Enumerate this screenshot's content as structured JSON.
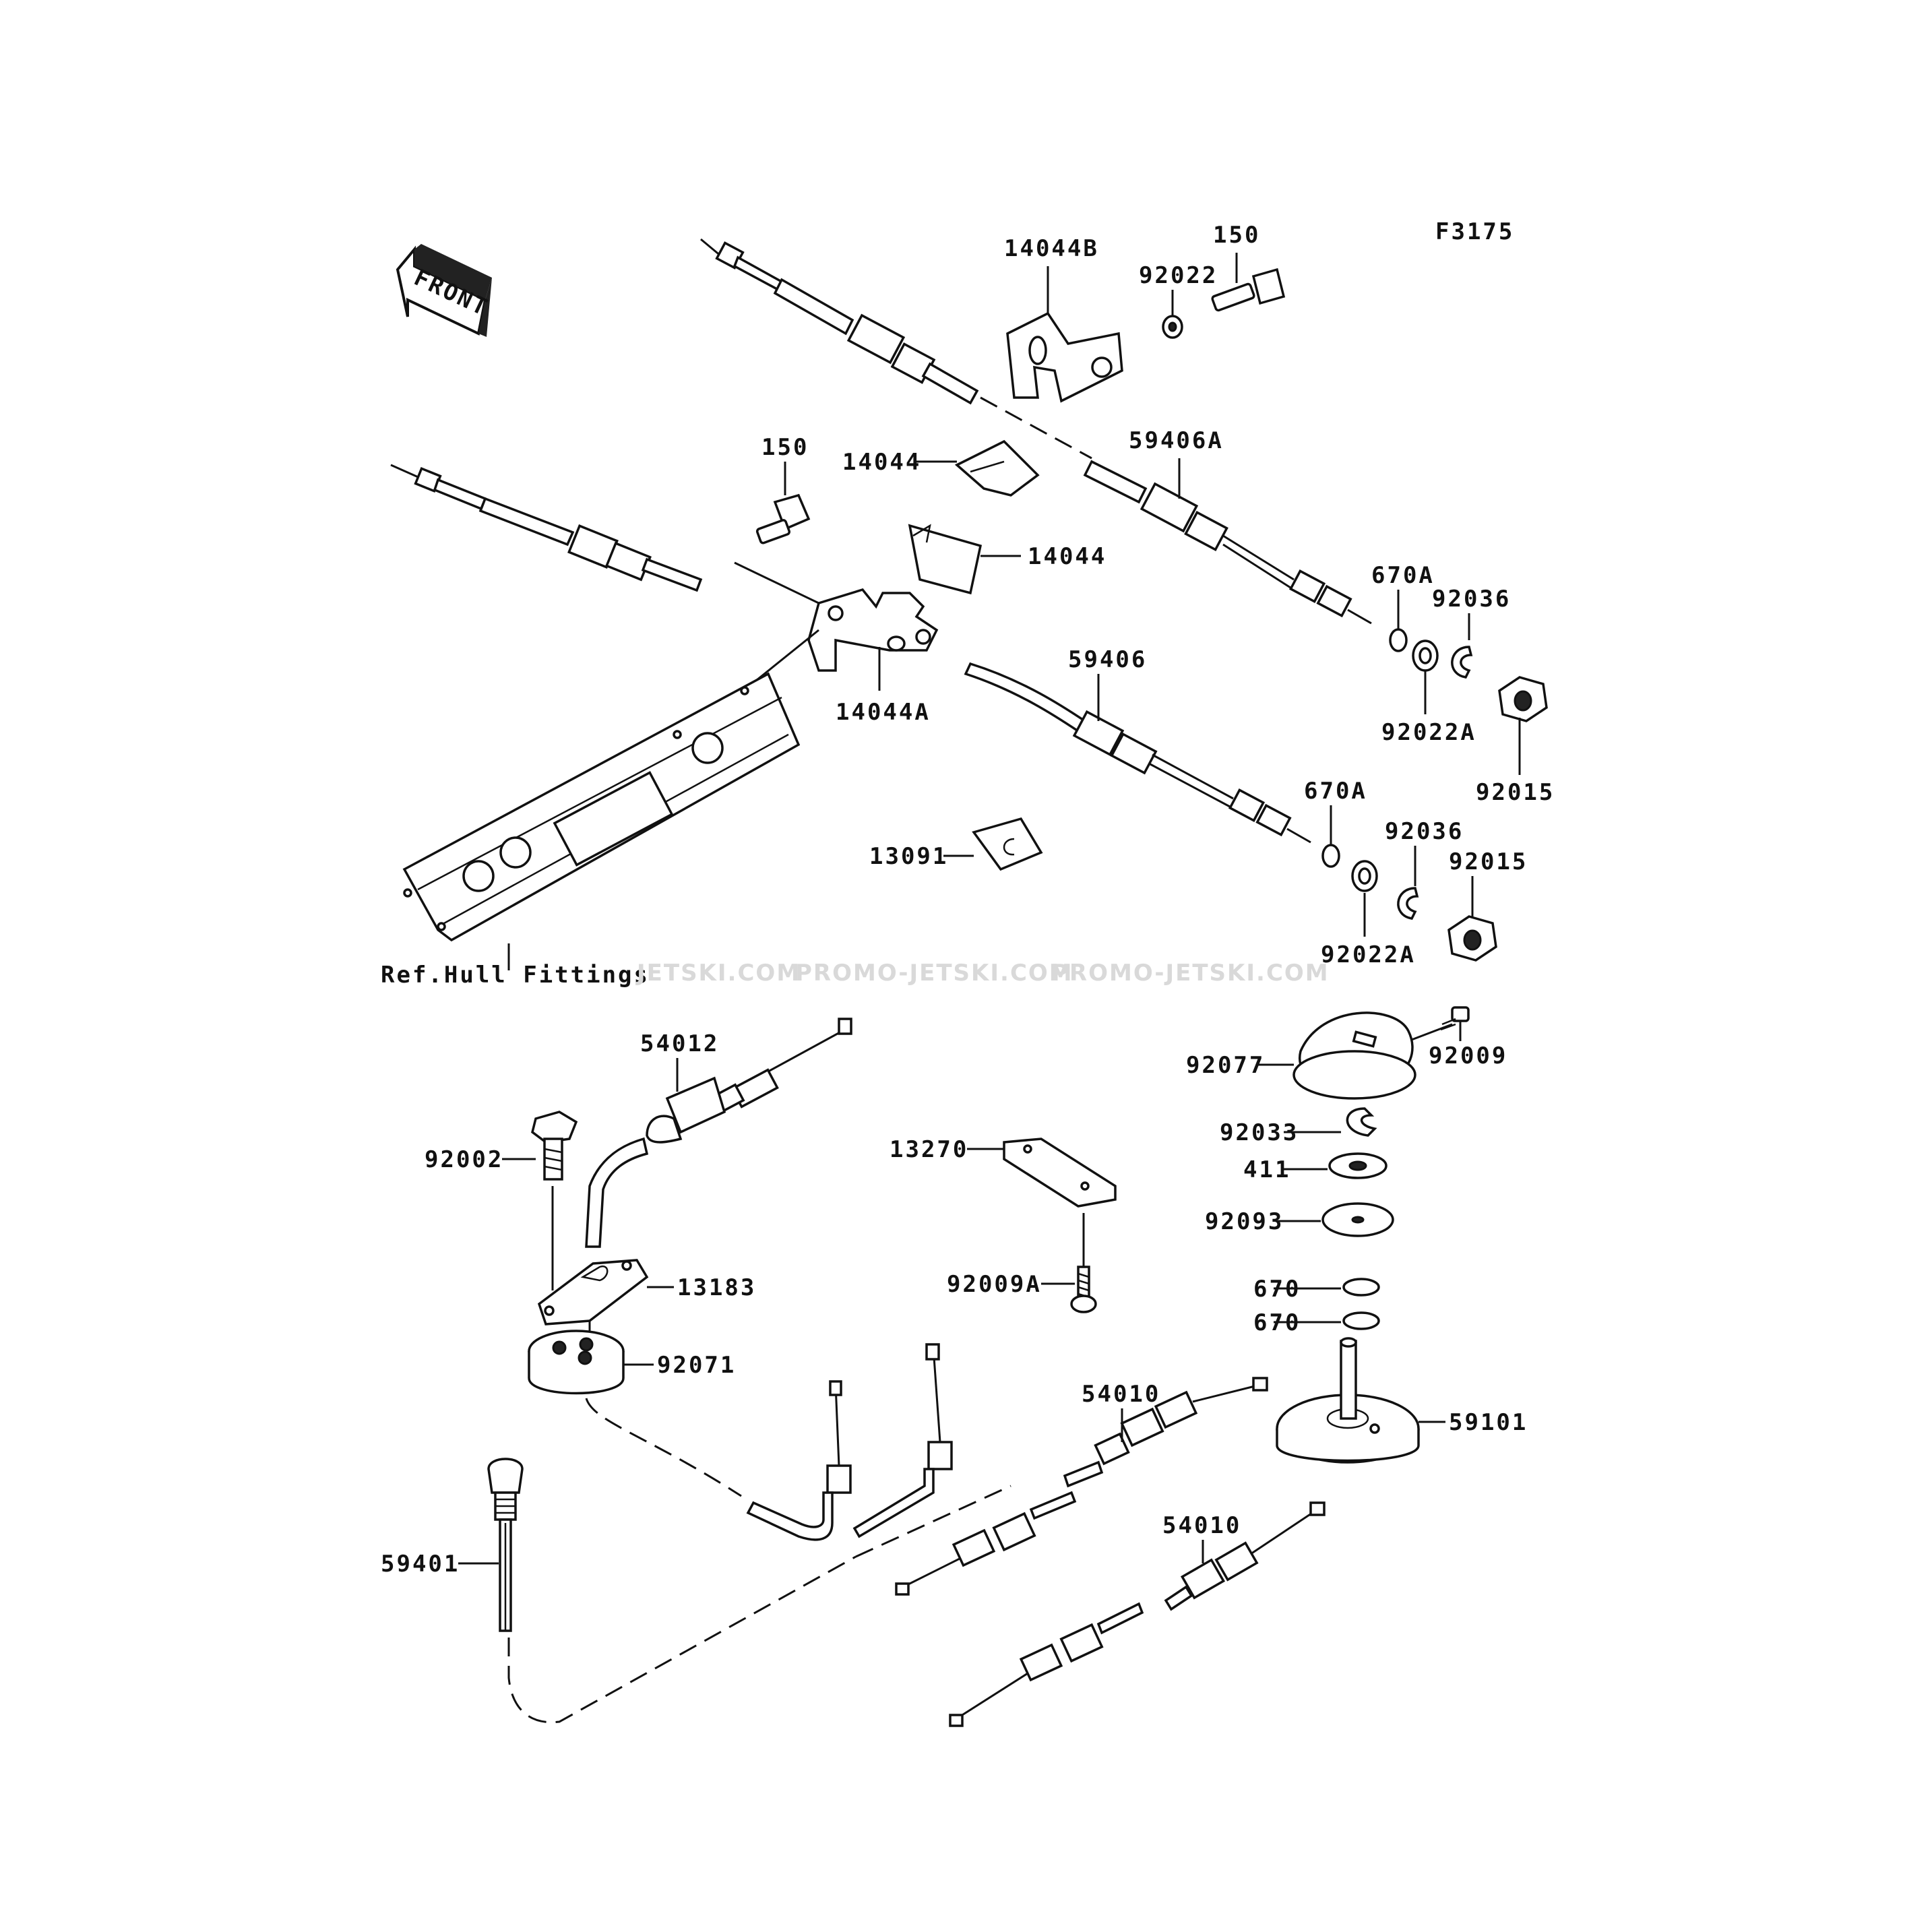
{
  "figure_code": "F3175",
  "front_badge": "FRONT",
  "reference_label": "Ref.Hull Fittings",
  "watermark": [
    "JETSKI.COM",
    "PROMO-JETSKI.COM",
    "PROMO-JETSKI.COM"
  ],
  "callouts": {
    "c14044B": "14044B",
    "c92022": "92022",
    "c150a": "150",
    "c150b": "150",
    "c14044a": "14044",
    "c14044b": "14044",
    "c59406A": "59406A",
    "c670A_1": "670A",
    "c92036_1": "92036",
    "c92022A_1": "92022A",
    "c92015_1": "92015",
    "c14044A": "14044A",
    "c59406": "59406",
    "c670A_2": "670A",
    "c92036_2": "92036",
    "c92015_2": "92015",
    "c92022A_2": "92022A",
    "c13091": "13091",
    "c92009": "92009",
    "c92077": "92077",
    "c54012": "54012",
    "c92033": "92033",
    "c411": "411",
    "c13270": "13270",
    "c92093": "92093",
    "c92002": "92002",
    "c92009A": "92009A",
    "c670_1": "670",
    "c670_2": "670",
    "c13183": "13183",
    "c92071": "92071",
    "c54010_1": "54010",
    "c59101": "59101",
    "c54010_2": "54010",
    "c59401": "59401"
  }
}
